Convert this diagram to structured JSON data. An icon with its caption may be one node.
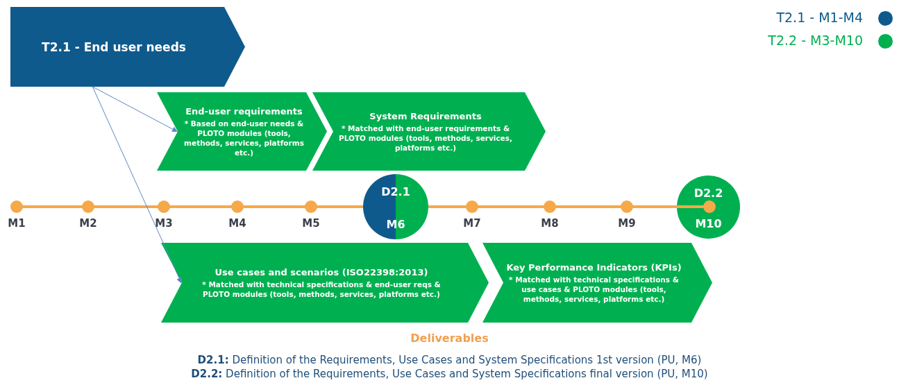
{
  "diagram": {
    "nodes": [
      {
        "text": [
          "T2.1 - End user needs"
        ]
      },
      {
        "text": [
          "End-user requirements",
          "* Based on end-user needs & PLOTO modules (tools, methods, services, platforms etc.)"
        ]
      },
      {
        "text": [
          "System Requirements",
          "* Matched with end-user requirements & PLOTO modules (tools, methods, services, platforms etc.)"
        ]
      },
      {
        "text": [
          "D2.1",
          "M6"
        ]
      },
      {
        "text": [
          "D2.2",
          "M10"
        ]
      },
      {
        "text": [
          "Use cases and scenarios (ISO22398:2013)",
          "* Matched with technical specifications &  end-user reqs & PLOTO modules (tools, methods, services, platforms etc.)"
        ]
      },
      {
        "text": [
          "Key Performance Indicators (KPIs)",
          "* Matched with technical specifications & use cases & PLOTO modules (tools, methods, services, platforms etc.)"
        ]
      }
    ],
    "edges": [
      {
        "from": 0,
        "to": 1,
        "arrow": "to"
      },
      {
        "from": 0,
        "to": 5,
        "arrow": "to"
      }
    ],
    "labels": [
      "M1",
      "M2",
      "M3",
      "M4",
      "M5",
      "M7",
      "M8",
      "M9",
      "Deliverables",
      "**D2.1:** Definition of the Requirements, Use Cases and System Specifications 1st version (PU, M6)",
      "**D2.2:** Definition of the Requirements, Use Cases and System Specifications final version (PU, M10)"
    ],
    "legend": [
      {
        "text": "T2.1 - M1-M4",
        "color": "#0f5a8c"
      },
      {
        "text": "T2.2 - M3-M10",
        "color": "#00b050"
      }
    ]
  }
}
